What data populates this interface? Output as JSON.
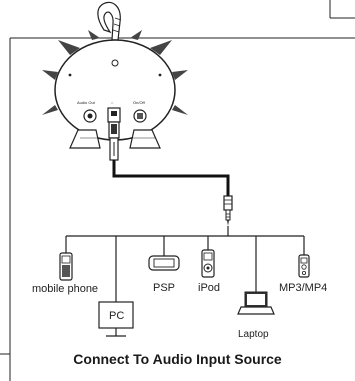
{
  "speaker": {
    "audio_out_label": "Audio Out",
    "usb_label": "⇔",
    "power_label": "On/Off"
  },
  "devices": [
    {
      "label": "mobile phone",
      "icon": "mobile-phone-icon"
    },
    {
      "label": "PC",
      "icon": "pc-monitor-icon"
    },
    {
      "label": "PSP",
      "icon": "psp-icon"
    },
    {
      "label": "iPod",
      "icon": "ipod-icon"
    },
    {
      "label": "Laptop",
      "icon": "laptop-icon"
    },
    {
      "label": "MP3/MP4",
      "icon": "mp3-player-icon"
    }
  ],
  "caption": "Connect To Audio Input Source"
}
